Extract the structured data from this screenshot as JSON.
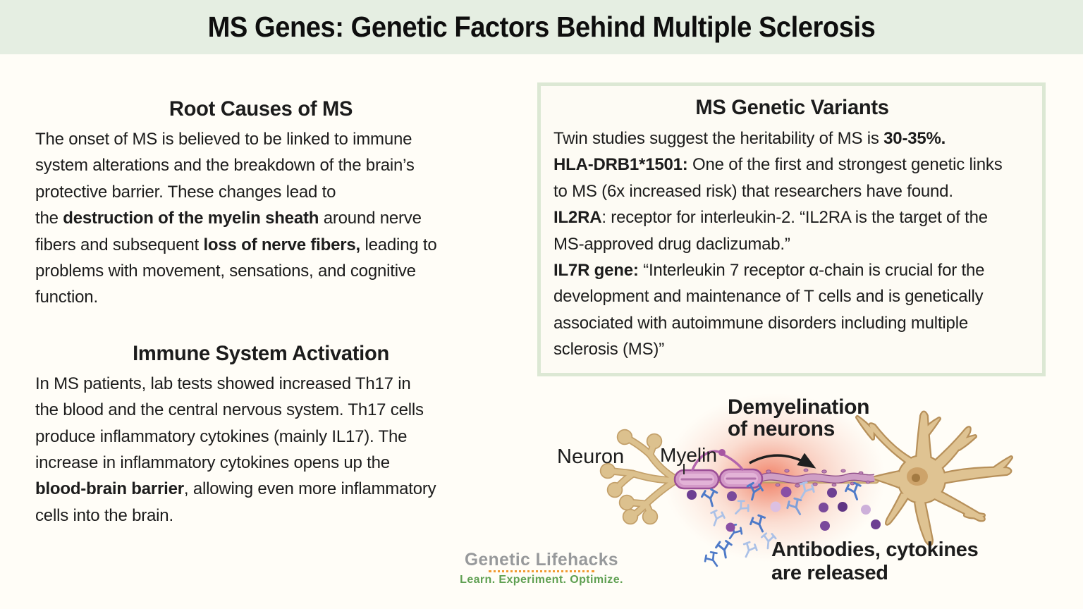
{
  "page": {
    "title": "MS Genes: Genetic Factors Behind Multiple Sclerosis"
  },
  "left_column": {
    "section1": {
      "heading": "Root Causes of MS",
      "body": [
        {
          "t": "The onset of MS is believed to be linked to immune\nsystem alterations and the breakdown of the brain’s\nprotective barrier. These changes lead to\nthe "
        },
        {
          "t": "destruction of the myelin sheath",
          "b": true
        },
        {
          "t": " around nerve\nfibers and subsequent "
        },
        {
          "t": "loss of nerve fibers,",
          "b": true
        },
        {
          "t": " leading to\nproblems with movement, sensations, and cognitive\nfunction."
        }
      ]
    },
    "section2": {
      "heading": "Immune System Activation",
      "body": [
        {
          "t": "In MS patients, lab tests showed increased Th17 in\nthe blood and the central nervous system. Th17 cells\nproduce inflammatory cytokines (mainly IL17). The\nincrease in inflammatory cytokines opens up the\n"
        },
        {
          "t": "blood-brain barrier",
          "b": true
        },
        {
          "t": ", allowing even more inflammatory\ncells into the brain."
        }
      ]
    }
  },
  "variants_box": {
    "heading": "MS Genetic Variants",
    "body": [
      {
        "t": "Twin studies suggest the heritability of MS is "
      },
      {
        "t": "30-35%.",
        "b": true
      },
      {
        "t": "\n"
      },
      {
        "t": "HLA-DRB1*1501:",
        "b": true
      },
      {
        "t": " One of the first and strongest genetic links\nto MS (6x increased risk) that researchers have found.\n"
      },
      {
        "t": "IL2RA",
        "b": true
      },
      {
        "t": ": receptor for interleukin-2. “IL2RA is the target of the\nMS-approved drug daclizumab.”\n"
      },
      {
        "t": "IL7R gene:",
        "b": true
      },
      {
        "t": " “Interleukin 7 receptor α-chain is crucial for the\ndevelopment and maintenance of T cells and is genetically\nassociated with autoimmune disorders including multiple\nsclerosis (MS)”"
      }
    ]
  },
  "illustration": {
    "neuron_label": "Neuron",
    "myelin_label": "Myelin",
    "demyelination_label": "Demyelination\nof neurons",
    "released_label": "Antibodies, cytokines\nare released"
  },
  "logo": {
    "name": "Genetic Lifehacks",
    "tagline": "Learn. Experiment. Optimize."
  },
  "colors": {
    "header_band": "#e5eee2",
    "page_background": "#fffdf7",
    "box_border": "#dce8d4",
    "text": "#1c1c1c",
    "neuron_tan": "#dcc18e",
    "neuron_outline": "#b7905a",
    "myelin_pink": "#d49ac8",
    "myelin_outline": "#9c4f97",
    "antibody_blue": "#4e7ac8",
    "antibody_light_blue": "#abc1e7",
    "cytokine_purple": "#6d3f92",
    "glow_red": "#ef6a4d",
    "logo_gray": "#97999b",
    "logo_orange": "#f09a32",
    "logo_green": "#5fa052"
  }
}
